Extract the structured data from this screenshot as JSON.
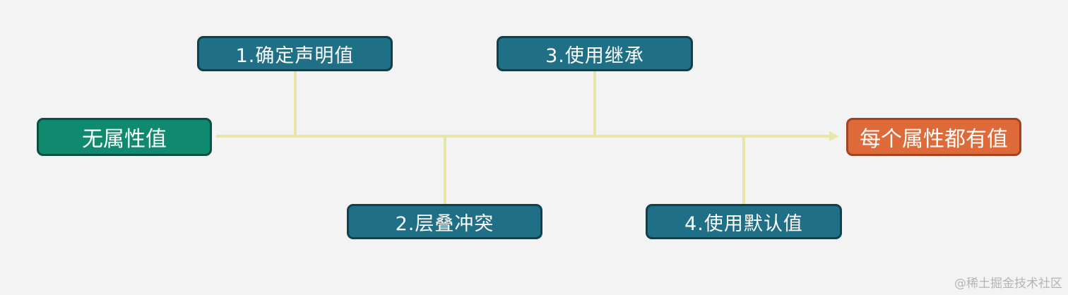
{
  "diagram": {
    "start": "无属性值",
    "end": "每个属性都有值",
    "steps": [
      "1.确定声明值",
      "2.层叠冲突",
      "3.使用继承",
      "4.使用默认值"
    ]
  },
  "watermark": "@稀土掘金技术社区",
  "colors": {
    "background": "#f3f3f3",
    "connector": "#e8e5a8",
    "step_fill": "#1f6f86",
    "step_border": "#123f4a",
    "start_fill": "#0f8a6e",
    "start_border": "#0c4f41",
    "end_fill": "#de6a3a",
    "end_border": "#a3421c"
  }
}
